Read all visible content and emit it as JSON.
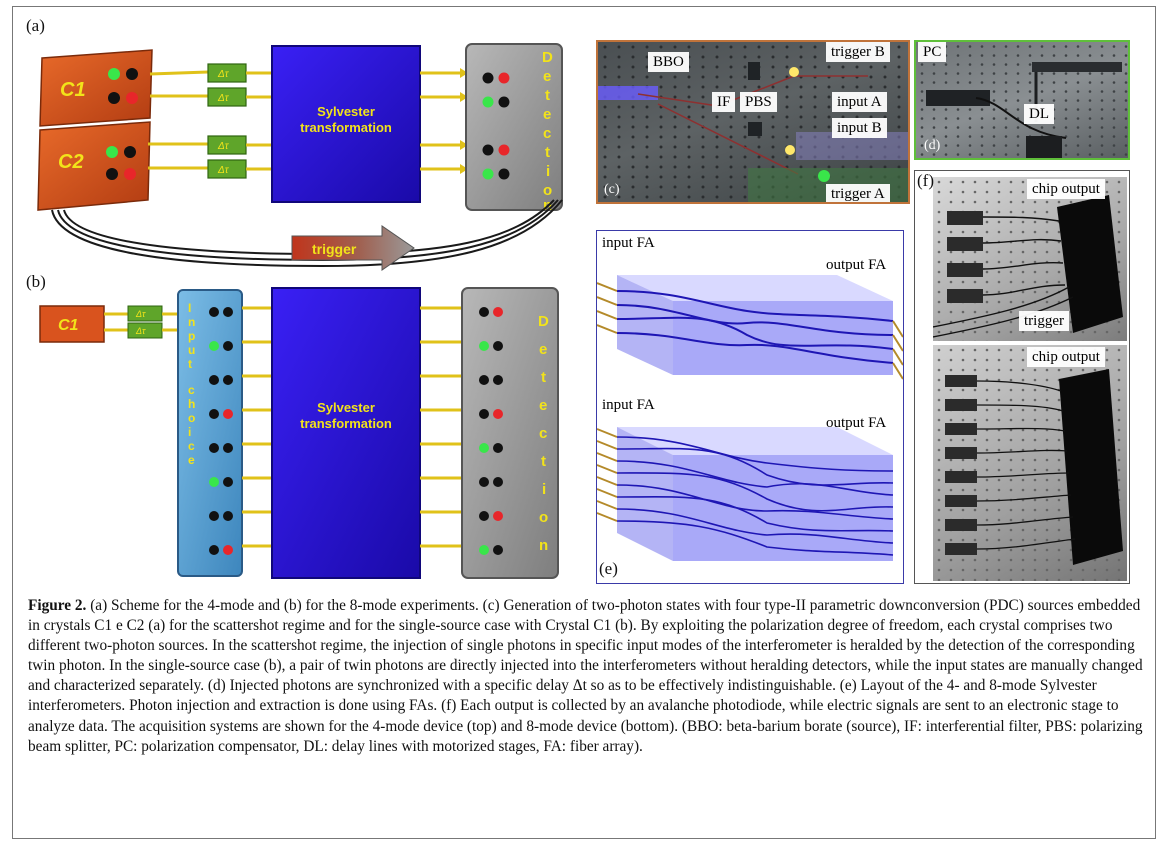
{
  "figure": {
    "panel_a_label": "(a)",
    "panel_b_label": "(b)",
    "panel_c_label": "(c)",
    "panel_d_label": "(d)",
    "panel_e_label": "(e)",
    "panel_f_label": "(f)"
  },
  "scheme_a": {
    "source_1": "C1",
    "source_2": "C2",
    "delay": "Δτ",
    "transformation": [
      "Sylvester",
      "transformation"
    ],
    "detection": "Detection",
    "trigger": "trigger"
  },
  "scheme_b": {
    "source": "C1",
    "delay": "Δτ",
    "input_choice": "Input choice",
    "transformation": [
      "Sylvester",
      "transformation"
    ],
    "detection": "Detection"
  },
  "photo_c": {
    "labels": [
      "BBO",
      "IF",
      "PBS",
      "trigger B",
      "input A",
      "input B",
      "trigger A"
    ]
  },
  "photo_d": {
    "labels": [
      "PC",
      "DL"
    ]
  },
  "panel_e": {
    "labels": [
      "input FA",
      "output FA",
      "input FA",
      "output FA"
    ]
  },
  "photo_f": {
    "labels": [
      "chip output",
      "trigger",
      "chip output"
    ]
  },
  "caption": {
    "label": "Figure 2.",
    "text": "(a) Scheme for the 4-mode and (b) for the 8-mode experiments. (c) Generation of two-photon states with four type-II parametric downconversion (PDC) sources embedded in crystals C1 e C2 (a) for the scattershot regime and for the single-source case with Crystal C1 (b). By exploiting the polarization degree of freedom, each crystal comprises two different two-photon sources. In the scattershot regime, the injection of single photons in specific input modes of the interferometer is heralded by the detection of the corresponding twin photon. In the single-source case (b), a pair of twin photons are directly injected into the interferometers without heralding detectors, while the input states are manually changed and characterized separately. (d) Injected photons are synchronized with a specific delay Δt so as to be effectively indistinguishable. (e) Layout of the 4- and 8-mode Sylvester interferometers. Photon injection and extraction is done using FAs. (f) Each output is collected by an avalanche photodiode, while electric signals are sent to an electronic stage to analyze data. The acquisition systems are shown for the 4-mode device (top) and 8-mode device (bottom). (BBO: beta-barium borate (source), IF: interferential filter, PBS: polarizing beam splitter, PC: polarization compensator, DL: delay lines with motorized stages, FA: fiber array)."
  },
  "colors": {
    "source_orange": "#d9531e",
    "delay_green": "#5fa52a",
    "sylvester_blue": "#2a10e0",
    "detection_grey": "#9c9c9c",
    "input_blue": "#5aa7d6",
    "label_yellow": "#f2e31a",
    "photon_green": "#39e64a",
    "photon_red": "#e8262a",
    "trigger_red": "#c0351c"
  }
}
